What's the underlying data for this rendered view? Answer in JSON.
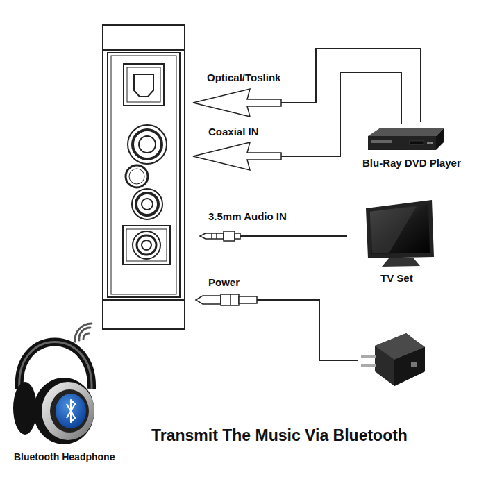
{
  "diagram": {
    "caption": "Transmit The Music Via Bluetooth",
    "nodes": [
      {
        "text": [
          "Blu-Ray DVD Player"
        ]
      },
      {
        "text": [
          "TV Set"
        ]
      },
      {
        "text": [
          "Bluetooth Headphone"
        ]
      }
    ],
    "labels": [
      "Optical/Toslink",
      "Coaxial IN",
      "3.5mm Audio IN",
      "Power"
    ]
  }
}
